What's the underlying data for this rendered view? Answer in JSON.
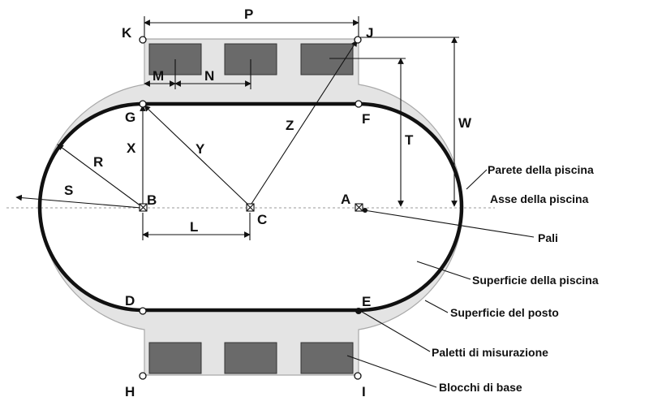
{
  "colors": {
    "surround": "#e4e4e4",
    "surround_edge": "#a9a9a9",
    "pool": "#ffffff",
    "wall": "#111111",
    "block": "#6a6a6a",
    "line": "#111111",
    "axis": "#9a9a9a"
  },
  "points": {
    "K": "K",
    "J": "J",
    "G": "G",
    "F": "F",
    "B": "B",
    "C": "C",
    "A": "A",
    "D": "D",
    "E": "E",
    "H": "H",
    "I": "I"
  },
  "dimensions": {
    "P": "P",
    "M": "M",
    "N": "N",
    "W": "W",
    "T": "T",
    "X": "X",
    "Y": "Y",
    "Z": "Z",
    "R": "R",
    "S": "S",
    "L": "L"
  },
  "labels": {
    "pool_wall": "Parete della piscina",
    "pool_axis": "Asse della piscina",
    "posts": "Pali",
    "pool_surface": "Superficie della piscina",
    "site_surface": "Superficie del posto",
    "measuring_pegs": "Paletti di misurazione",
    "base_blocks": "Blocchi di base"
  }
}
